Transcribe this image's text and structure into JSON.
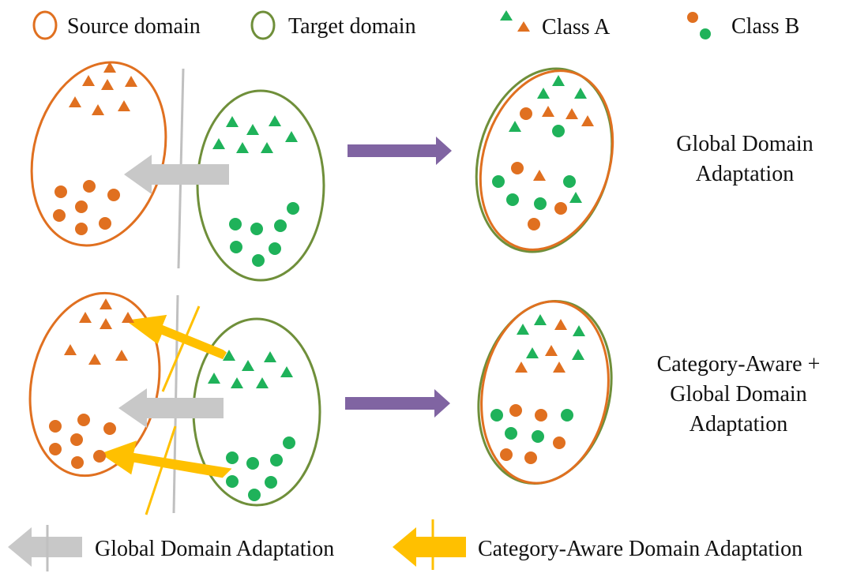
{
  "legend": {
    "source": "Source domain",
    "target": "Target domain",
    "class_a": "Class A",
    "class_b": "Class B"
  },
  "rows": [
    {
      "result_label_lines": [
        "Global Domain",
        "Adaptation"
      ]
    },
    {
      "result_label_lines": [
        "Category-Aware +",
        "Global Domain",
        "Adaptation"
      ]
    }
  ],
  "bottom_legend": {
    "global": "Global Domain Adaptation",
    "category": "Category-Aware Domain Adaptation"
  },
  "colors": {
    "source": "#e07020",
    "target": "#6f8f3a",
    "class_b_target": "#1fb25a",
    "class_a_target": "#1fb25a",
    "global_arrow": "#c8c8c8",
    "category_arrow": "#ffc000",
    "transform_arrow": "#8064a2",
    "boundary_line": "#c0c0c0"
  }
}
